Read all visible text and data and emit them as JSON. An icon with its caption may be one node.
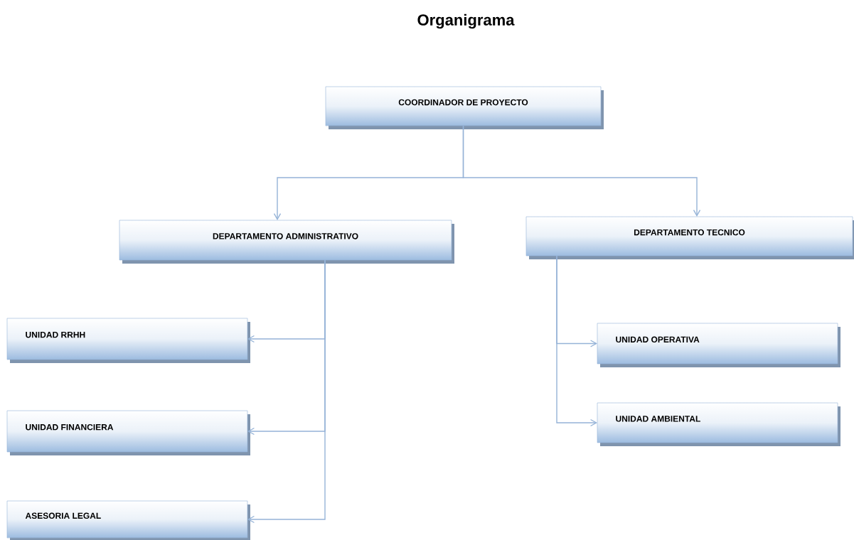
{
  "diagram": {
    "title": "Organigrama",
    "nodes": [
      {
        "text": [
          "COORDINADOR DE PROYECTO"
        ]
      },
      {
        "text": [
          "DEPARTAMENTO ADMINISTRATIVO"
        ]
      },
      {
        "text": [
          "DEPARTAMENTO TECNICO"
        ]
      },
      {
        "text": [
          "UNIDAD RRHH"
        ]
      },
      {
        "text": [
          "UNIDAD FINANCIERA"
        ]
      },
      {
        "text": [
          "ASESORIA LEGAL"
        ]
      },
      {
        "text": [
          "UNIDAD OPERATIVA"
        ]
      },
      {
        "text": [
          "UNIDAD AMBIENTAL"
        ]
      }
    ],
    "edges": [
      {
        "from": 0,
        "to": 1,
        "arrow": "to"
      },
      {
        "from": 0,
        "to": 2,
        "arrow": "to"
      },
      {
        "from": 1,
        "to": 3,
        "arrow": "to"
      },
      {
        "from": 1,
        "to": 4,
        "arrow": "to"
      },
      {
        "from": 1,
        "to": 5,
        "arrow": "to"
      },
      {
        "from": 2,
        "to": 6,
        "arrow": "to"
      },
      {
        "from": 2,
        "to": 7,
        "arrow": "to"
      }
    ]
  }
}
